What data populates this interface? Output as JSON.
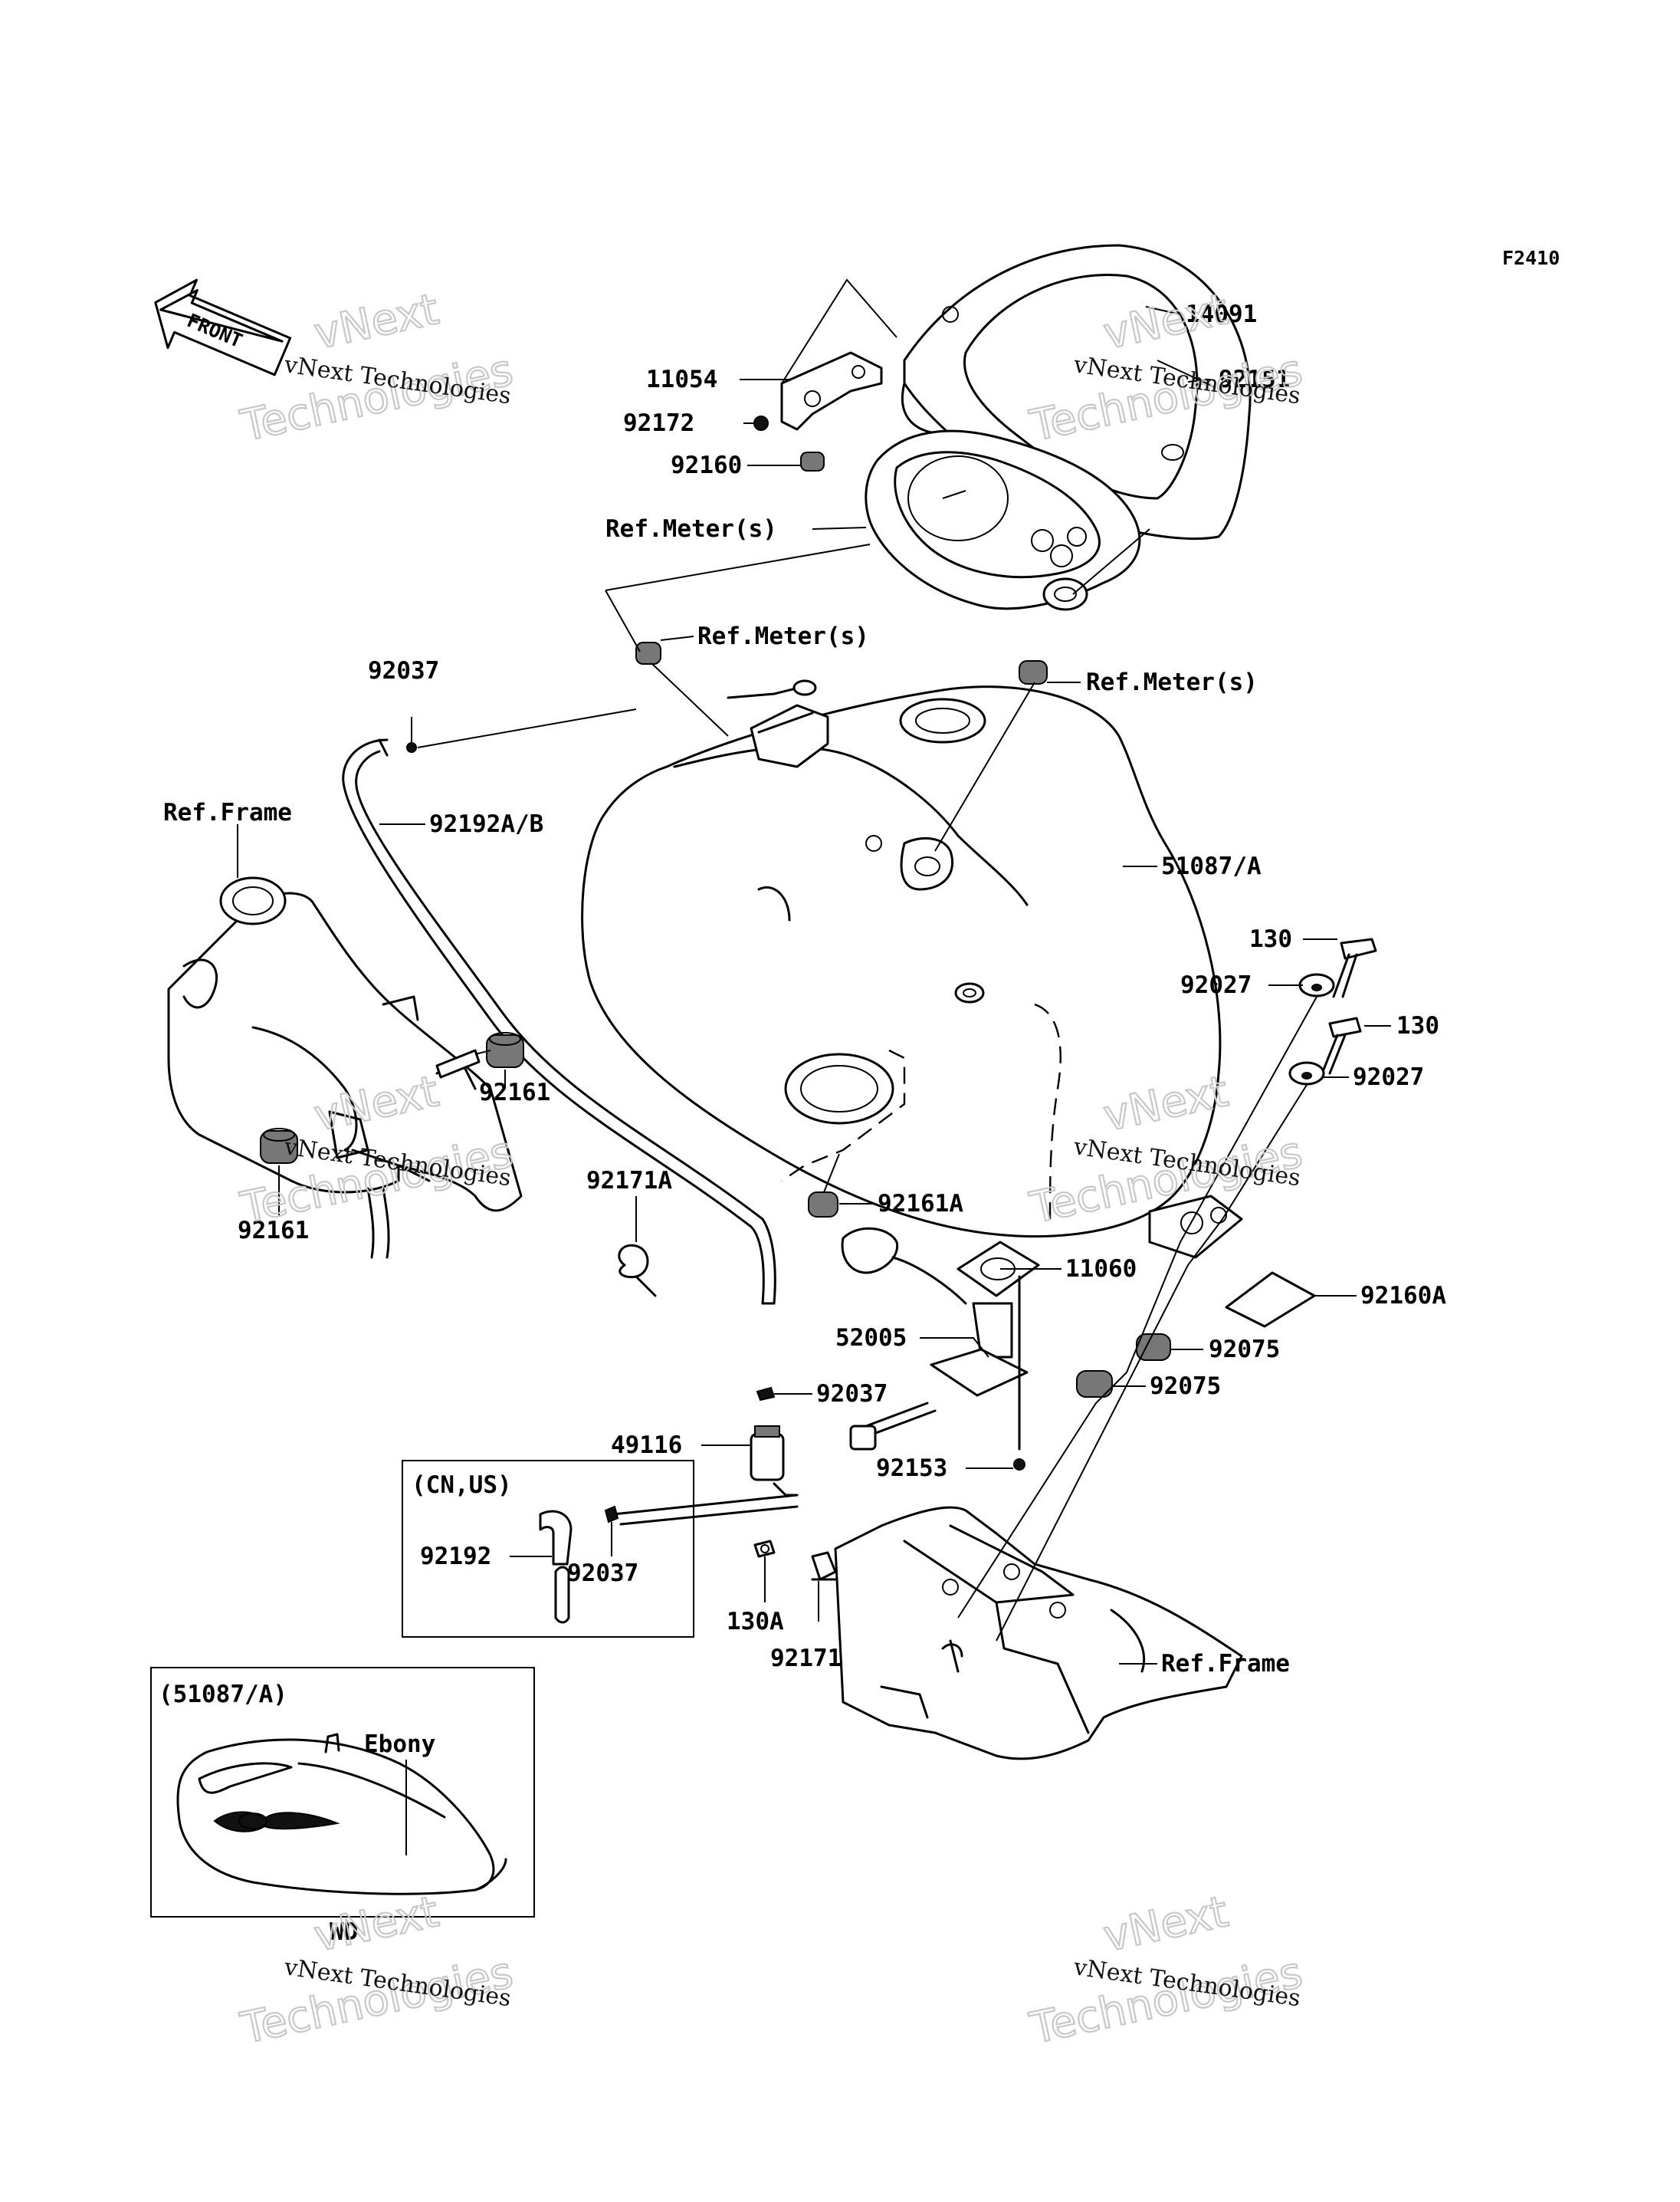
{
  "figure_code": "F2410",
  "front_label": "FRONT",
  "watermark": {
    "line": "vNext Technologies",
    "big_top": "vNext",
    "big_bottom": "Technologies"
  },
  "parts": {
    "p14091": "14091",
    "p11054": "11054",
    "p92151": "92151",
    "p92172": "92172",
    "p92160": "92160",
    "ref_meter_1": "Ref.Meter(s)",
    "ref_meter_2": "Ref.Meter(s)",
    "ref_meter_3": "Ref.Meter(s)",
    "p92037_top": "92037",
    "ref_frame_left": "Ref.Frame",
    "p92192ab": "92192A/B",
    "p51087a": "51087/A",
    "p130_top": "130",
    "p92027_top": "92027",
    "p130_bot": "130",
    "p92027_bot": "92027",
    "p92161_right": "92161",
    "p92161_left": "92161",
    "p92171a": "92171A",
    "p92161a": "92161A",
    "p11060": "11060",
    "p92160a": "92160A",
    "p52005": "52005",
    "p92075_top": "92075",
    "p92037_mid": "92037",
    "p92075_bot": "92075",
    "p49116": "49116",
    "p92153": "92153",
    "box_cn_us": "(CN,US)",
    "p92192": "92192",
    "p92037_box": "92037",
    "p130a": "130A",
    "p92171": "92171",
    "ref_frame_right": "Ref.Frame",
    "box_51087a": "(51087/A)",
    "ebony": "Ebony",
    "wd": "WD"
  }
}
